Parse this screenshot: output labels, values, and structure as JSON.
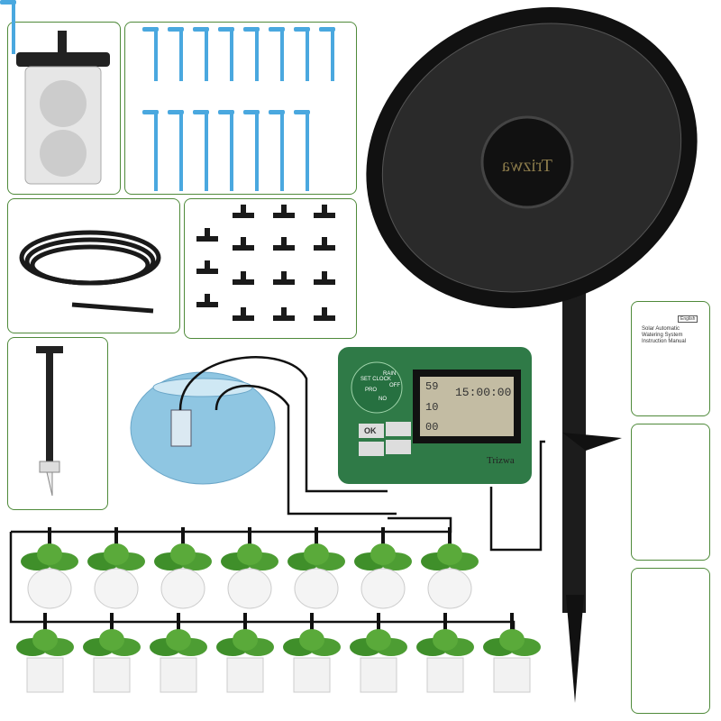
{
  "brand": "Trizwa",
  "controller": {
    "lcd_time": "15:00:00",
    "lcd_values": [
      "59",
      "10",
      "00"
    ],
    "ok_label": "OK",
    "dial_labels": [
      "SET CLOCK",
      "PRO",
      "NO",
      "RAIN",
      "OFF"
    ]
  },
  "manual": {
    "language_tag": "English",
    "title": "Solar Automatic Watering System Instruction Manual"
  },
  "colors": {
    "panel_border": "#4f8a3a",
    "controller_green": "#2f7a47",
    "stake_blue": "#4aa8df",
    "solar_black": "#1c1c1c"
  }
}
